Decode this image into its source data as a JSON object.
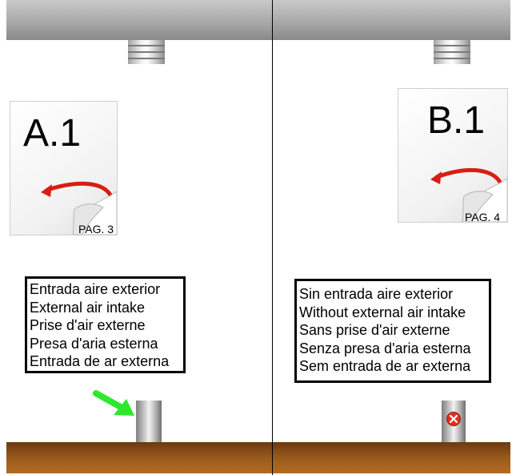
{
  "left_panel": {
    "doc_title": "A.1",
    "page_ref": "PAG. 3",
    "labels": [
      "Entrada aire exterior",
      "External air intake",
      "Prise d'air externe",
      "Presa d'aria esterna",
      "Entrada de ar externa"
    ],
    "pipe_marker": "green-arrow-icon",
    "arrow_color": "#2ee82e"
  },
  "right_panel": {
    "doc_title": "B.1",
    "page_ref": "PAG. 4",
    "labels": [
      "Sin entrada aire exterior",
      "Without external air intake",
      "Sans prise d'air externe",
      "Senza presa d'aria esterna",
      "Sem entrada de ar externa"
    ],
    "pipe_marker": "no-entry-icon",
    "no_entry_color": "#e03020"
  },
  "colors": {
    "ceiling": "#a9a9a9",
    "floor": "#9a5a1c",
    "curl_arrow": "#d81e14"
  }
}
